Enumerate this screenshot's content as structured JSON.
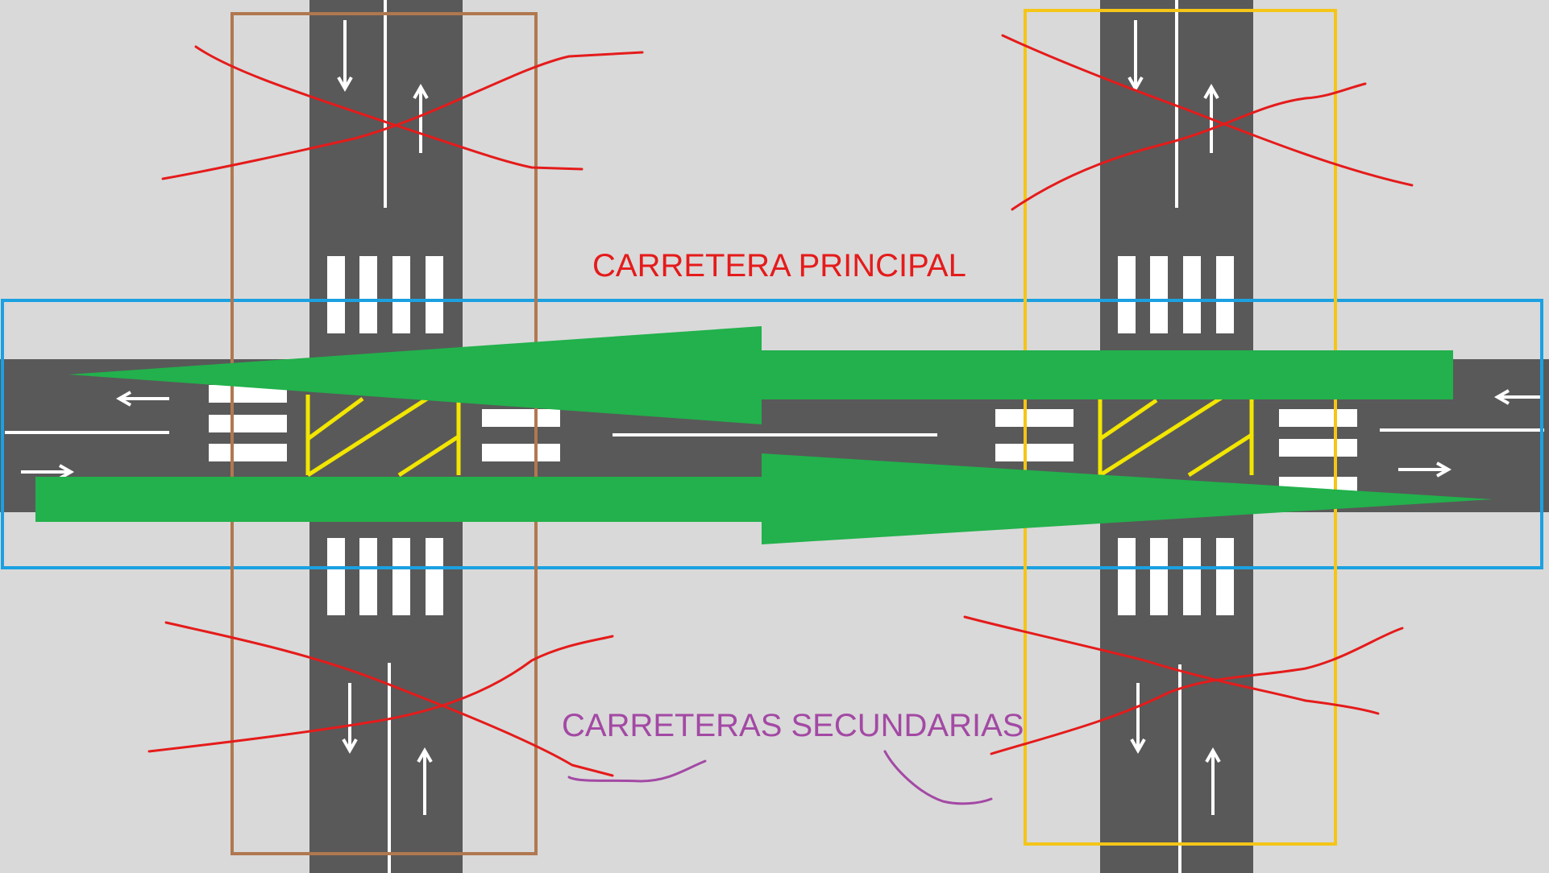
{
  "labels": {
    "main_road": "CARRETERA PRINCIPAL",
    "secondary_roads": "CARRETERAS SECUNDARIAS"
  },
  "colors": {
    "background": "#d9d9d9",
    "asphalt": "#595959",
    "marking": "#ffffff",
    "box_junction": "#f2e600",
    "main_road_frame": "#1ba1e2",
    "left_secondary_frame": "#b07850",
    "right_secondary_frame": "#f5c518",
    "flow_arrows": "#22b14c",
    "cross_out": "#e51b1b",
    "main_label": "#e51b1b",
    "secondary_label": "#a349a4"
  },
  "icons": {
    "flow": "green-arrow",
    "lane_direction": "white-arrow",
    "blocked": "red-cross"
  }
}
